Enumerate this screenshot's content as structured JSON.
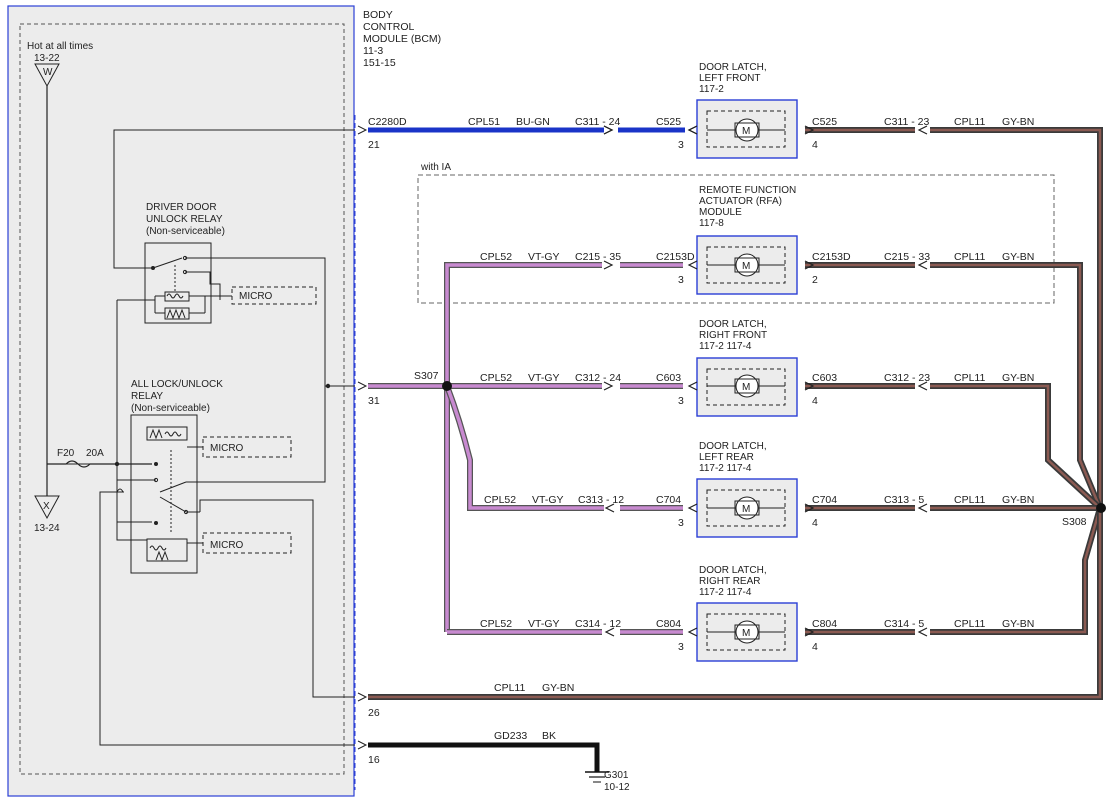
{
  "bcm": {
    "title_lines": [
      "BODY",
      "CONTROL",
      "MODULE (BCM)",
      "11-3",
      "151-15"
    ]
  },
  "power": {
    "hot_label": "Hot at all times",
    "ref_top": "13-22",
    "letter_top": "W",
    "letter_bottom": "X",
    "ref_bottom": "13-24",
    "fuse": "F20",
    "fuse_rating": "20A"
  },
  "relays": {
    "driver": {
      "lines": [
        "DRIVER DOOR",
        "UNLOCK RELAY",
        "(Non-serviceable)"
      ],
      "micro": "MICRO"
    },
    "all": {
      "lines": [
        "ALL LOCK/UNLOCK",
        "RELAY",
        "(Non-serviceable)"
      ],
      "micro1": "MICRO",
      "micro2": "MICRO"
    }
  },
  "with_ia": "with IA",
  "bcm_pins": {
    "c2280d": "C2280D",
    "p21": "21",
    "p31": "31",
    "p26": "26",
    "p16": "16"
  },
  "splices": {
    "s307": "S307",
    "s308": "S308"
  },
  "ground": {
    "wire": "GD233",
    "color": "BK",
    "g": "G301",
    "ref": "10-12"
  },
  "colors": {
    "blue": "#1a34c8",
    "violet": "#c88ad0",
    "gray_bn": "#8b5a52",
    "dark": "#3c3c3c",
    "box": "#2b3fd6"
  },
  "wires": {
    "cpl51": "CPL51",
    "bu_gn": "BU-GN",
    "cpl52": "CPL52",
    "vt_gy": "VT-GY",
    "cpl11": "CPL11",
    "gy_bn": "GY-BN"
  },
  "components": [
    {
      "name_lines": [
        "DOOR LATCH,",
        "LEFT FRONT",
        "117-2"
      ],
      "left_conn": "C525",
      "left_pin": "3",
      "right_conn": "C525",
      "right_pin": "4",
      "left_wire_conn": "C311 - 24",
      "right_wire_conn": "C311 - 23"
    },
    {
      "name_lines": [
        "REMOTE FUNCTION",
        "ACTUATOR (RFA)",
        "MODULE",
        "117-8"
      ],
      "left_conn": "C2153D",
      "left_pin": "3",
      "right_conn": "C2153D",
      "right_pin": "2",
      "left_wire_conn": "C215 - 35",
      "right_wire_conn": "C215 - 33"
    },
    {
      "name_lines": [
        "DOOR LATCH,",
        "RIGHT FRONT",
        "117-2   117-4"
      ],
      "left_conn": "C603",
      "left_pin": "3",
      "right_conn": "C603",
      "right_pin": "4",
      "left_wire_conn": "C312 - 24",
      "right_wire_conn": "C312 - 23"
    },
    {
      "name_lines": [
        "DOOR LATCH,",
        "LEFT REAR",
        "117-2   117-4"
      ],
      "left_conn": "C704",
      "left_pin": "3",
      "right_conn": "C704",
      "right_pin": "4",
      "left_wire_conn": "C313 - 12",
      "right_wire_conn": "C313 - 5"
    },
    {
      "name_lines": [
        "DOOR LATCH,",
        "RIGHT REAR",
        "117-2   117-4"
      ],
      "left_conn": "C804",
      "left_pin": "3",
      "right_conn": "C804",
      "right_pin": "4",
      "left_wire_conn": "C314 - 12",
      "right_wire_conn": "C314 - 5"
    }
  ]
}
